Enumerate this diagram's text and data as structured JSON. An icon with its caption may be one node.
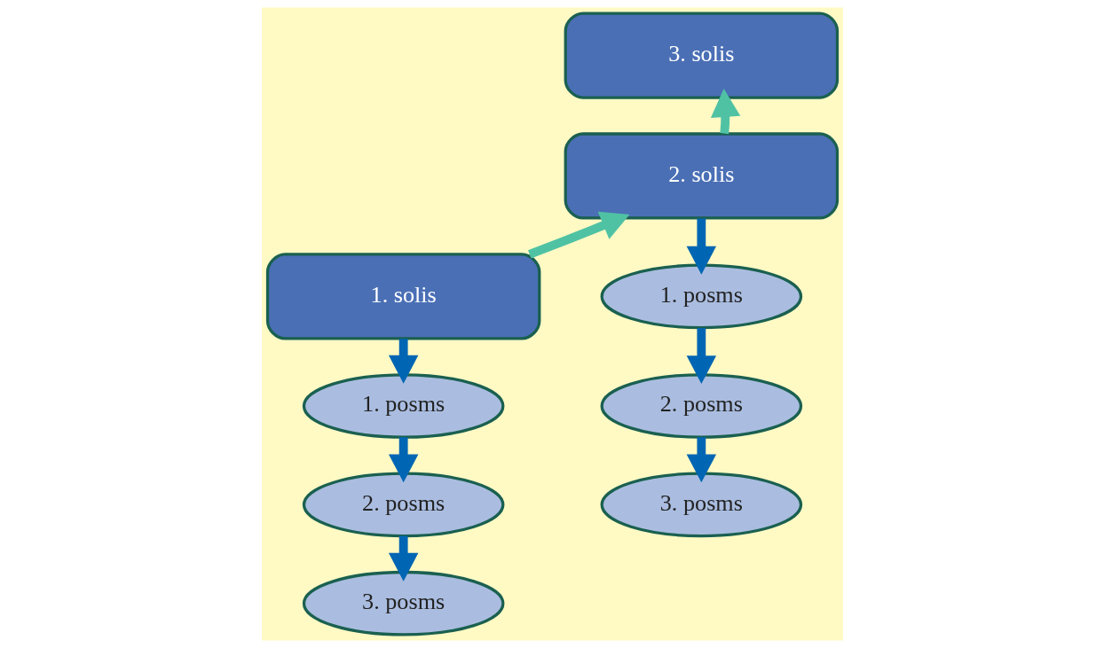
{
  "diagram": {
    "nodes": [
      {
        "text": [
          "1. solis"
        ]
      },
      {
        "text": [
          "1. posms"
        ]
      },
      {
        "text": [
          "2. posms"
        ]
      },
      {
        "text": [
          "3. posms"
        ]
      },
      {
        "text": [
          "2. solis"
        ]
      },
      {
        "text": [
          "1. posms"
        ]
      },
      {
        "text": [
          "2. posms"
        ]
      },
      {
        "text": [
          "3. posms"
        ]
      },
      {
        "text": [
          "3. solis"
        ]
      }
    ],
    "edges": [
      {
        "from": 0,
        "to": 4,
        "arrow": "to",
        "color": "#50c2a4"
      },
      {
        "from": 4,
        "to": 8,
        "arrow": "to",
        "color": "#50c2a4"
      },
      {
        "from": 0,
        "to": 1,
        "arrow": "to"
      },
      {
        "from": 1,
        "to": 2,
        "arrow": "to"
      },
      {
        "from": 2,
        "to": 3,
        "arrow": "to"
      },
      {
        "from": 4,
        "to": 5,
        "arrow": "to"
      },
      {
        "from": 5,
        "to": 6,
        "arrow": "to"
      },
      {
        "from": 6,
        "to": 7,
        "arrow": "to"
      }
    ]
  }
}
